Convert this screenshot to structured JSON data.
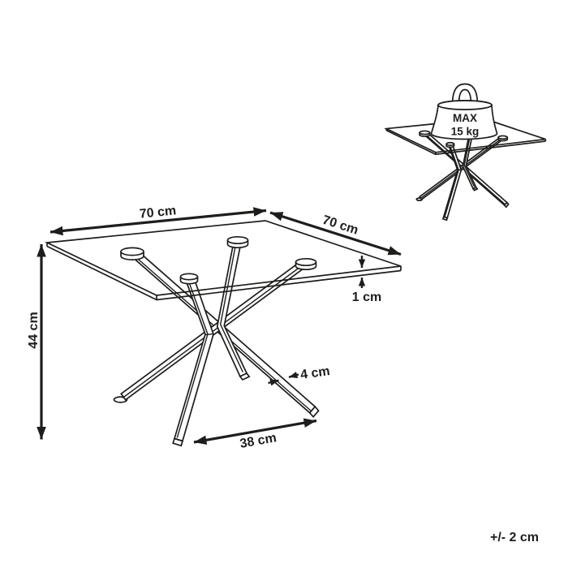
{
  "diagram": {
    "title_hint": "coffee-table-dimension-drawing",
    "colors": {
      "line": "#1d1d1b",
      "background": "#ffffff"
    },
    "main_view": {
      "top_width_label": "70 cm",
      "top_depth_label": "70 cm",
      "height_label": "44 cm",
      "glass_thickness_label": "1 cm",
      "leg_width_label": "4 cm",
      "base_span_label": "38 cm"
    },
    "load_view": {
      "max_label": "MAX",
      "weight_label": "15 kg"
    },
    "tolerance_label": "+/- 2 cm"
  }
}
